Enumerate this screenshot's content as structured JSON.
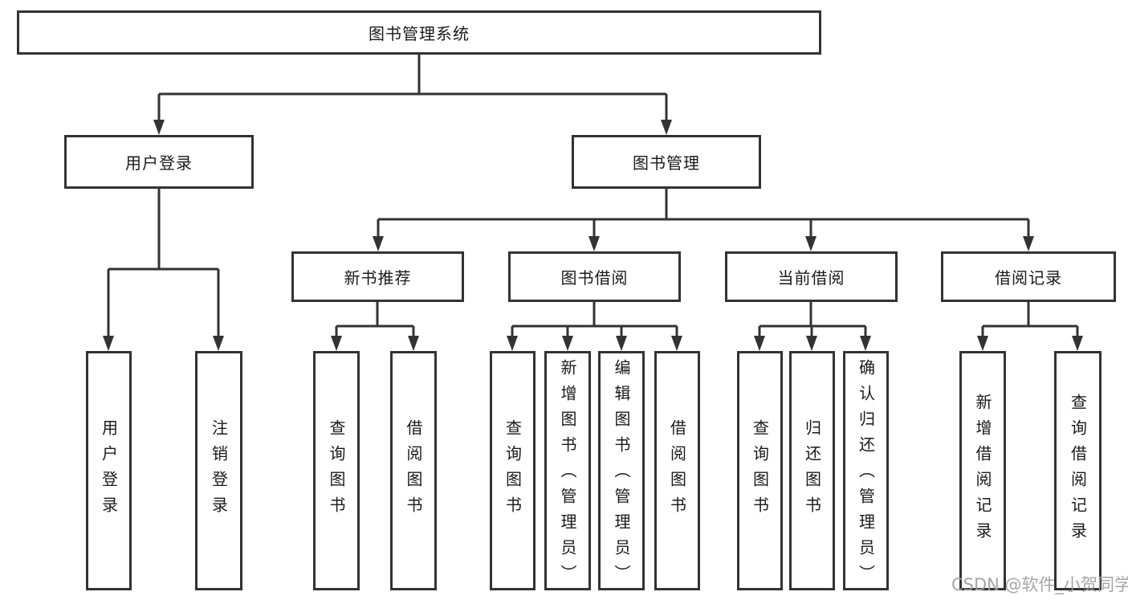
{
  "diagram": {
    "root": {
      "label": "图书管理系统"
    },
    "level2": [
      {
        "label": "用户登录"
      },
      {
        "label": "图书管理"
      }
    ],
    "level3": [
      {
        "label": "新书推荐",
        "parent": "图书管理"
      },
      {
        "label": "图书借阅",
        "parent": "图书管理"
      },
      {
        "label": "当前借阅",
        "parent": "图书管理"
      },
      {
        "label": "借阅记录",
        "parent": "图书管理"
      }
    ],
    "leaves": [
      {
        "label": "用户登录",
        "parent": "用户登录"
      },
      {
        "label": "注销登录",
        "parent": "用户登录"
      },
      {
        "label": "查询图书",
        "parent": "新书推荐"
      },
      {
        "label": "借阅图书",
        "parent": "新书推荐"
      },
      {
        "label": "查询图书",
        "parent": "图书借阅"
      },
      {
        "label": "新增图书（管理员）",
        "parent": "图书借阅"
      },
      {
        "label": "编辑图书（管理员）",
        "parent": "图书借阅"
      },
      {
        "label": "借阅图书",
        "parent": "图书借阅"
      },
      {
        "label": "查询图书",
        "parent": "当前借阅"
      },
      {
        "label": "归还图书",
        "parent": "当前借阅"
      },
      {
        "label": "确认归还（管理员）",
        "parent": "当前借阅"
      },
      {
        "label": "新增借阅记录",
        "parent": "借阅记录"
      },
      {
        "label": "查询借阅记录",
        "parent": "借阅记录"
      }
    ]
  },
  "watermark": {
    "text": "CSDN @软件_小贺同学"
  },
  "colors": {
    "line": "#333333",
    "text": "#1a1a1a",
    "watermark": "#a0a0a0",
    "background": "#ffffff"
  }
}
